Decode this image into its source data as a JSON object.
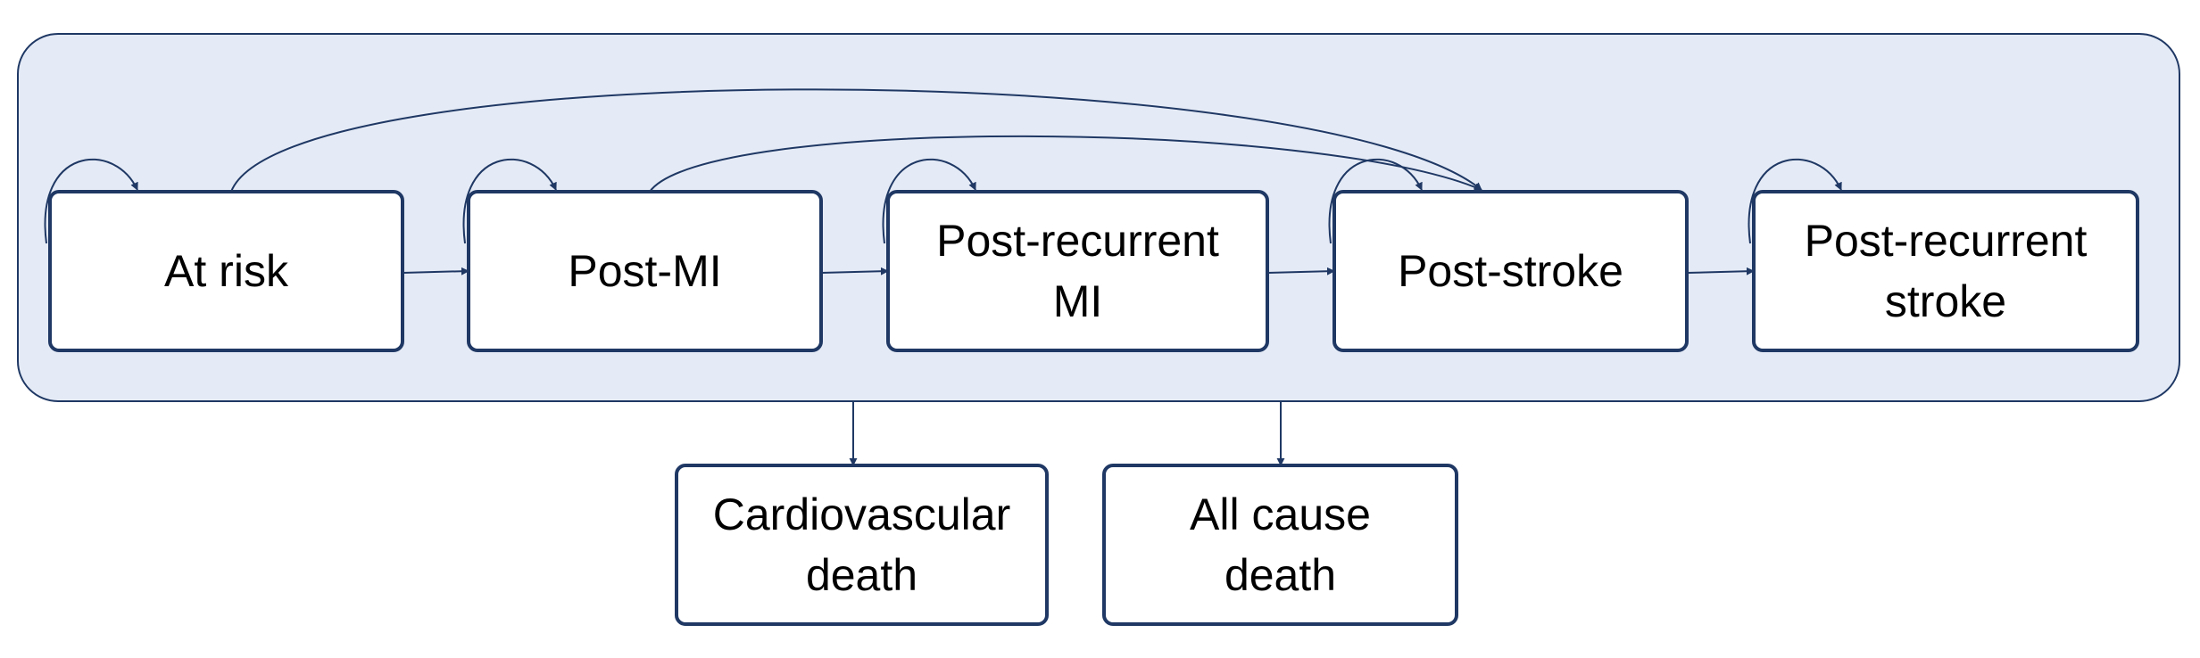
{
  "colors": {
    "container_fill": "#e5ebf6",
    "stroke": "#1f3864",
    "box_fill": "#ffffff"
  },
  "states": [
    {
      "id": "at-risk",
      "lines": [
        "At risk"
      ]
    },
    {
      "id": "post-mi",
      "lines": [
        "Post-MI"
      ]
    },
    {
      "id": "post-recurrent-mi",
      "lines": [
        "Post-recurrent",
        "MI"
      ]
    },
    {
      "id": "post-stroke",
      "lines": [
        "Post-stroke"
      ]
    },
    {
      "id": "post-recurrent-stroke",
      "lines": [
        "Post-recurrent",
        "stroke"
      ]
    }
  ],
  "death_states": [
    {
      "id": "cardiovascular-death",
      "lines": [
        "Cardiovascular",
        "death"
      ]
    },
    {
      "id": "all-cause-death",
      "lines": [
        "All cause",
        "death"
      ]
    }
  ],
  "transitions": [
    {
      "from": "at-risk",
      "to": "at-risk"
    },
    {
      "from": "post-mi",
      "to": "post-mi"
    },
    {
      "from": "post-recurrent-mi",
      "to": "post-recurrent-mi"
    },
    {
      "from": "post-stroke",
      "to": "post-stroke"
    },
    {
      "from": "post-recurrent-stroke",
      "to": "post-recurrent-stroke"
    },
    {
      "from": "at-risk",
      "to": "post-mi"
    },
    {
      "from": "post-mi",
      "to": "post-recurrent-mi"
    },
    {
      "from": "post-recurrent-mi",
      "to": "post-stroke"
    },
    {
      "from": "post-stroke",
      "to": "post-recurrent-stroke"
    },
    {
      "from": "at-risk",
      "to": "post-stroke"
    },
    {
      "from": "post-mi",
      "to": "post-stroke"
    },
    {
      "from": "alive-states",
      "to": "cardiovascular-death"
    },
    {
      "from": "alive-states",
      "to": "all-cause-death"
    }
  ]
}
